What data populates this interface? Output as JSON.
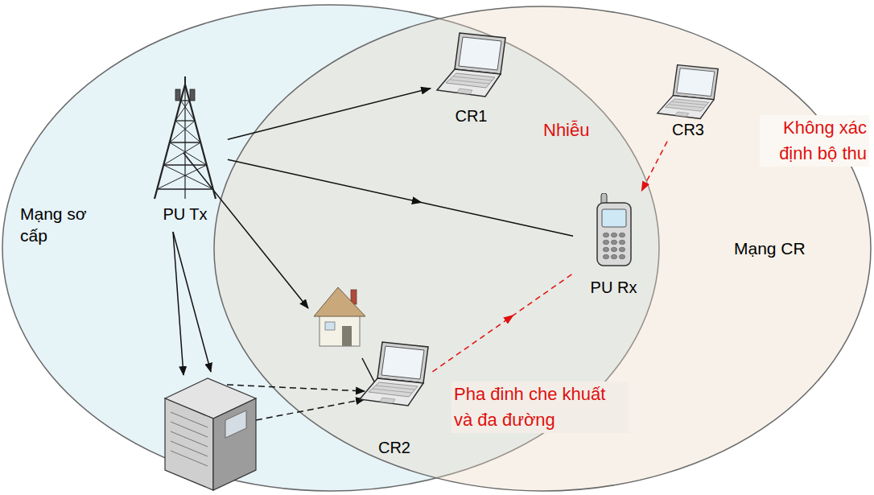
{
  "diagram": {
    "nodes": [
      {
        "text": [
          "Mạng sơ cấp"
        ]
      },
      {
        "text": [
          "Mạng CR"
        ]
      },
      {
        "text": [
          "CR1"
        ]
      },
      {
        "text": [
          "CR3"
        ]
      },
      {
        "text": [
          "PU Tx"
        ]
      },
      {
        "text": [
          "PU Rx"
        ]
      },
      {
        "text": [
          "CR2"
        ]
      }
    ],
    "edges": [
      {
        "from": 4,
        "to": 2,
        "arrow": "to"
      },
      {
        "from": 4,
        "to": 5,
        "arrow": "to"
      },
      {
        "from": 3,
        "to": 5,
        "arrow": "to"
      },
      {
        "from": 6,
        "to": 5,
        "arrow": "to"
      }
    ],
    "labels": [
      "Nhiễu",
      "Không xác định bộ thu",
      "Pha đinh che khuất và đa đường"
    ]
  }
}
